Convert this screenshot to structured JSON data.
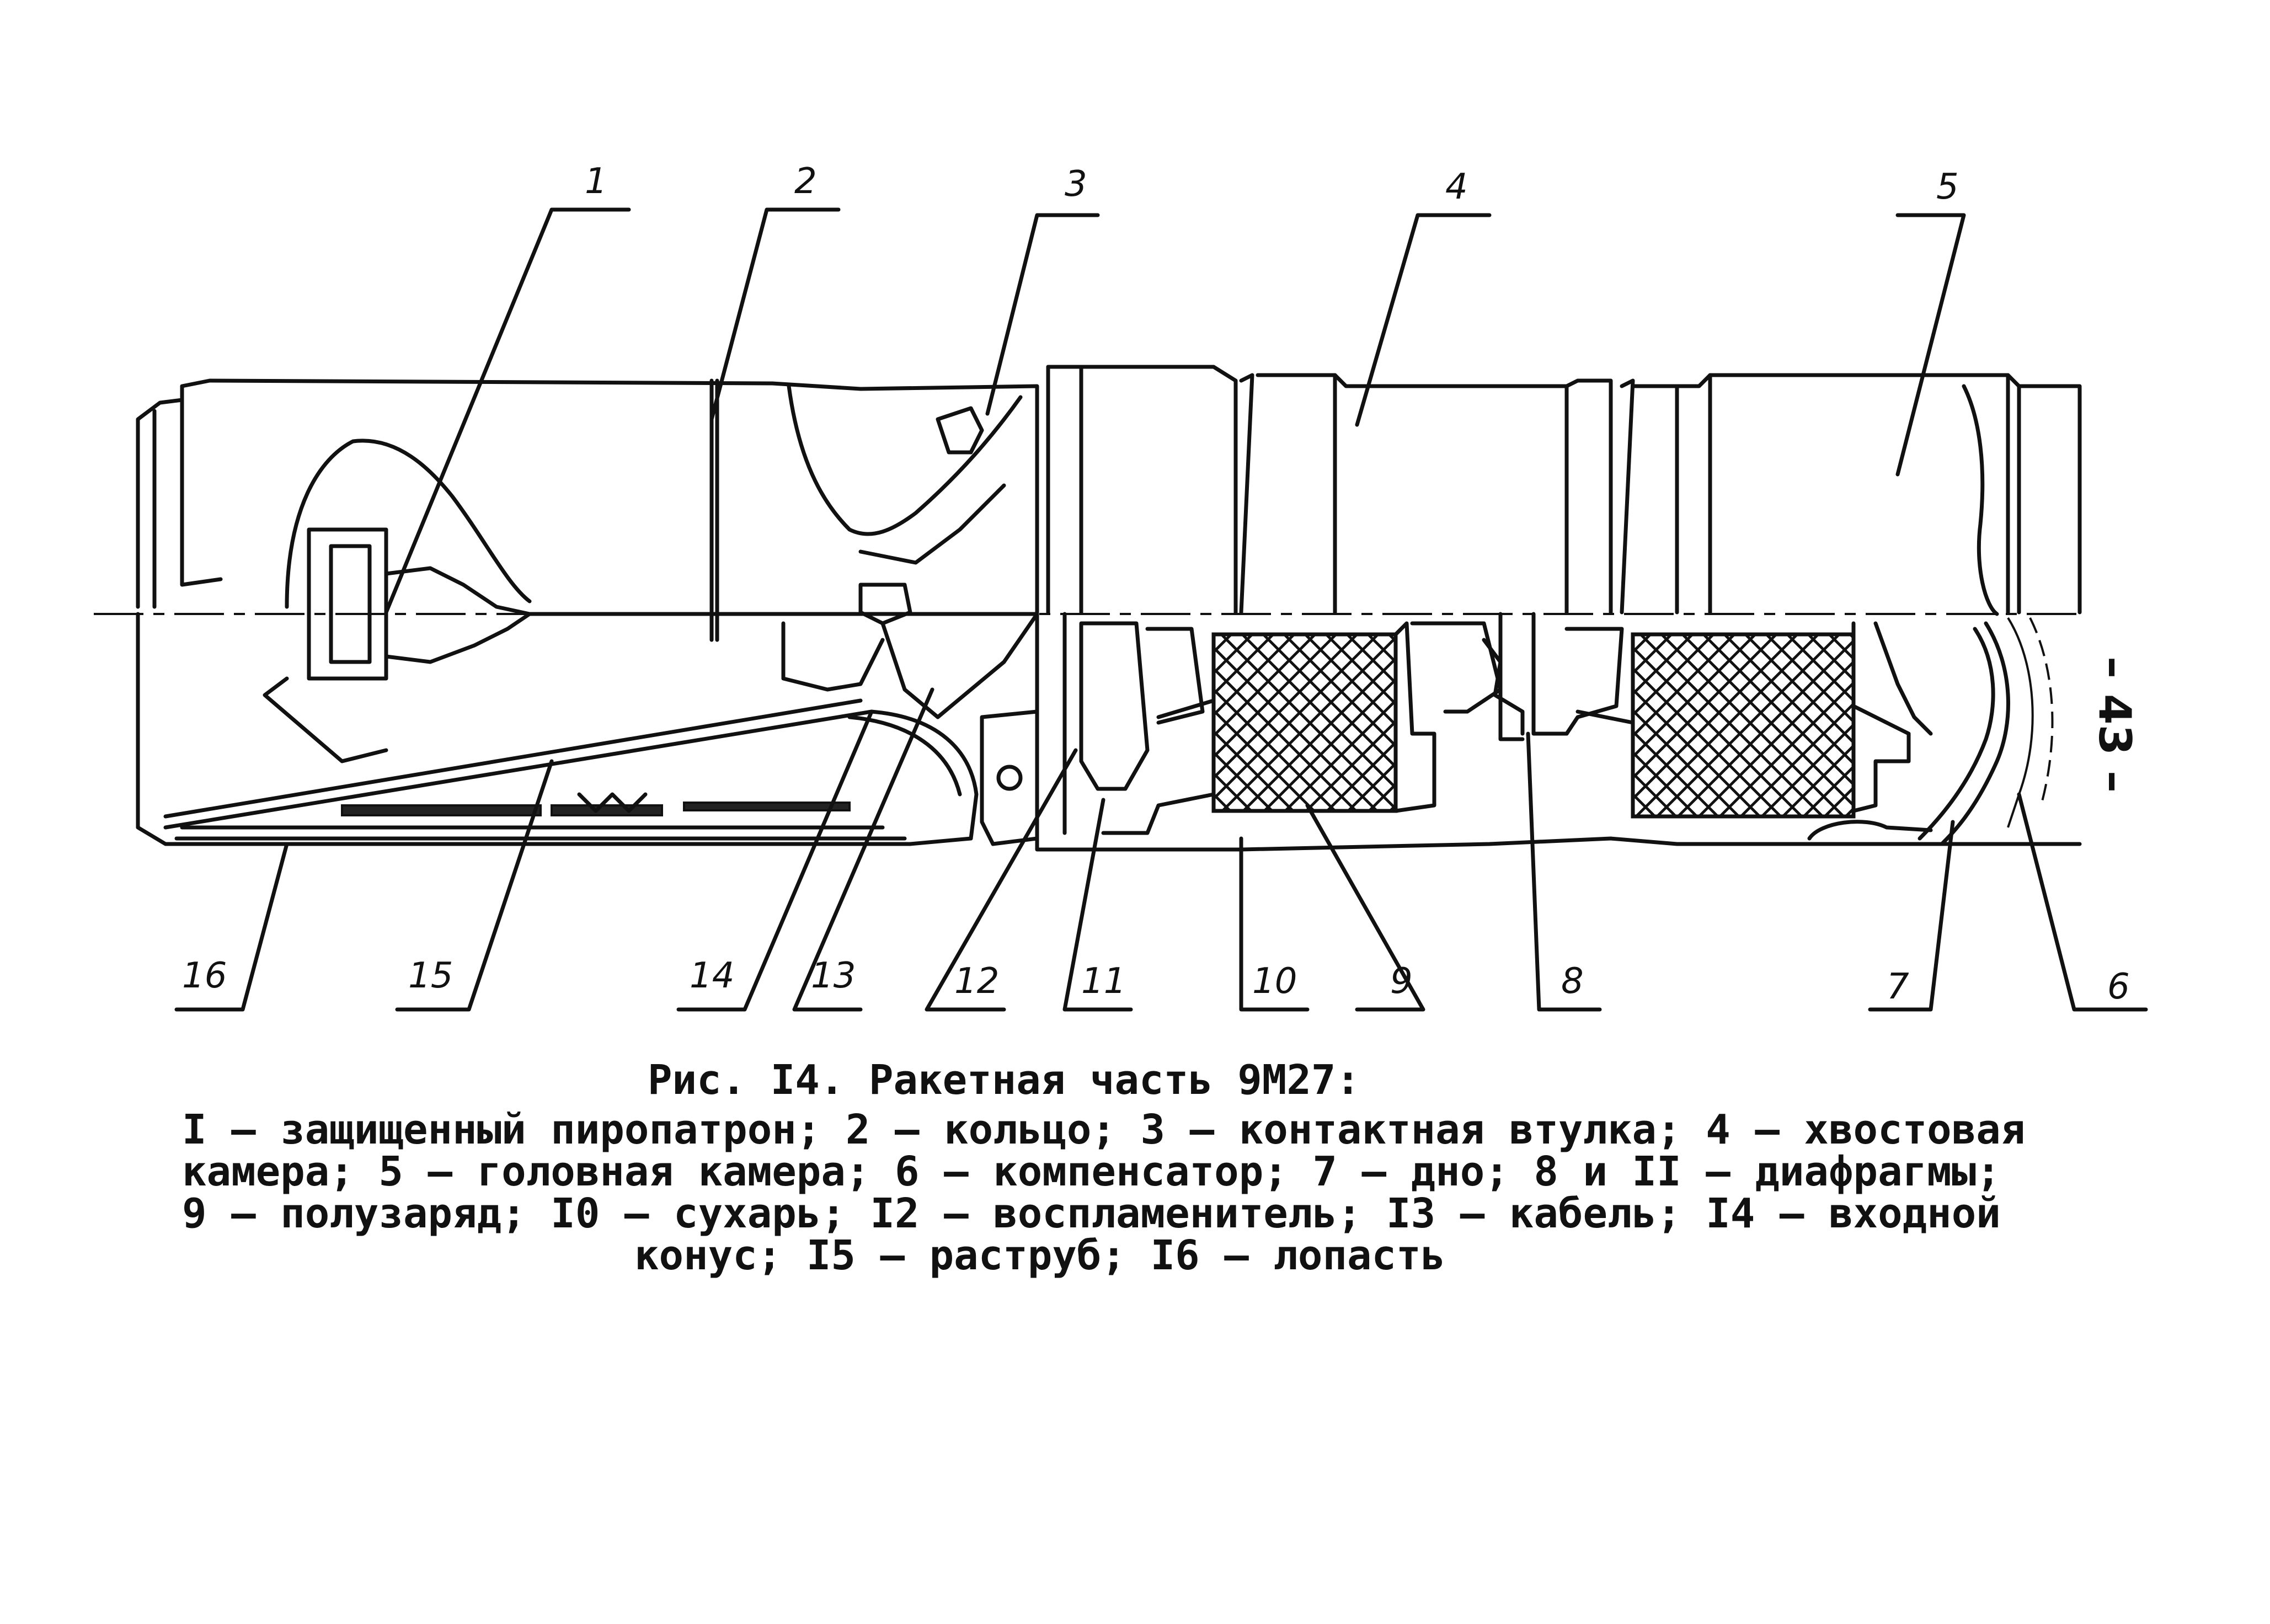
{
  "figure": {
    "callouts": [
      "1",
      "2",
      "3",
      "4",
      "5",
      "6",
      "7",
      "8",
      "9",
      "10",
      "11",
      "12",
      "13",
      "14",
      "15",
      "16"
    ]
  },
  "caption": {
    "title": "Рис. I4. Ракетная часть 9М27:",
    "legend_lines": [
      "I – защищенный пиропатрон; 2 – кольцо; 3 – контактная втулка; 4 – хвостовая",
      "камера; 5 – головная камера; 6 – компенсатор; 7 – дно; 8 и II – диафрагмы;",
      "9 – полузаряд; I0 – сухарь; I2 – воспламенитель; I3 – кабель; I4 – входной",
      "конус; I5 – раструб; I6 – лопасть"
    ]
  },
  "page_number": "– 43 –",
  "colors": {
    "ink": "#111111",
    "paper": "#ffffff"
  }
}
